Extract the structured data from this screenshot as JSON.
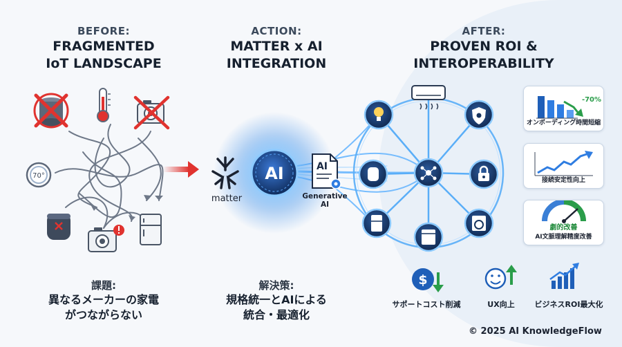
{
  "before": {
    "kicker": "BEFORE:",
    "title_line1": "FRAGMENTED",
    "title_line2": "IoT LANDSCAPE",
    "issue_kicker": "課題:",
    "issue_line1": "異なるメーカーの家電",
    "issue_line2": "がつながらない",
    "thermostat_value": "70°"
  },
  "action": {
    "kicker": "ACTION:",
    "title_line1": "MATTER x AI",
    "title_line2": "INTEGRATION",
    "matter_label": "matter",
    "ai_label": "AI",
    "genai_doc_label": "AI",
    "genai_line1": "Generative",
    "genai_line2": "AI",
    "solution_kicker": "解決策:",
    "solution_line1": "規格統一とAIによる",
    "solution_line2": "統合・最適化"
  },
  "after": {
    "kicker": "AFTER:",
    "title_line1": "PROVEN ROI &",
    "title_line2": "INTEROPERABILITY",
    "cards": [
      {
        "caption": "オンボーディング時間短縮",
        "badge": "-70%"
      },
      {
        "caption": "接続安定性向上"
      },
      {
        "caption": "AI文脈理解精度改善",
        "highlight": "劇的改善"
      }
    ],
    "kpis": [
      {
        "label": "サポートコスト削減",
        "icon": "dollar-down-icon"
      },
      {
        "label": "UX向上",
        "icon": "smiley-up-icon"
      },
      {
        "label": "ビジネスROI最大化",
        "icon": "growth-chart-icon"
      }
    ]
  },
  "colors": {
    "red": "#e0332f",
    "navy": "#17345f",
    "blue": "#2f7de1",
    "glow": "#5fb2ff",
    "green": "#2a9d4a"
  },
  "copyright": "© 2025 AI KnowledgeFlow"
}
